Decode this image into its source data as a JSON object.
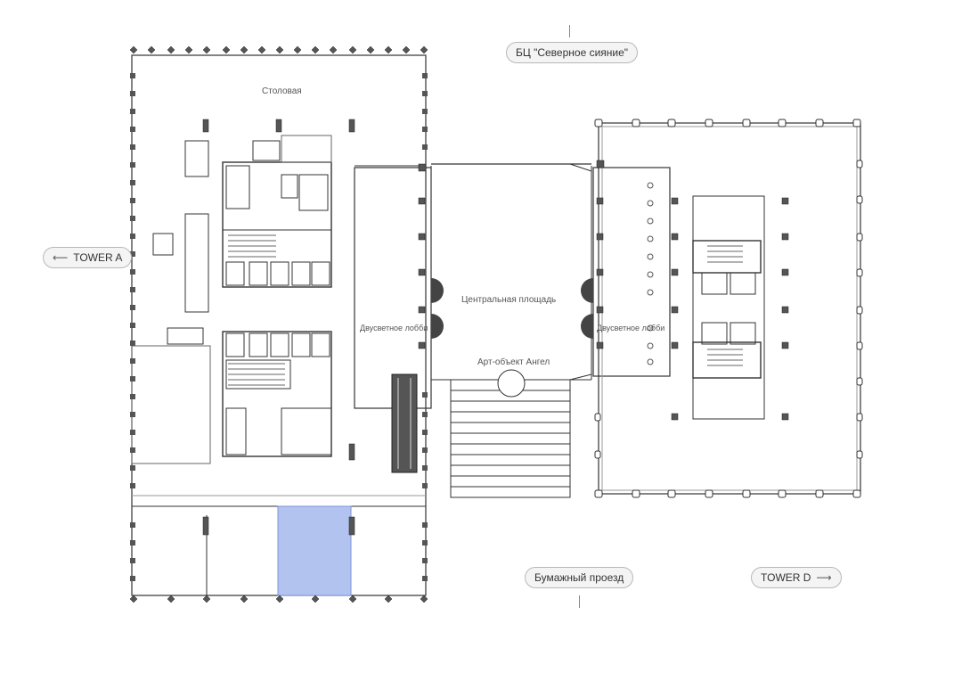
{
  "nav": {
    "north": {
      "label": "БЦ \"Северное сияние\""
    },
    "west": {
      "label": "TOWER A",
      "arrow": "⟵"
    },
    "south": {
      "label": "Бумажный проезд"
    },
    "east": {
      "label": "TOWER D",
      "arrow": "⟶"
    }
  },
  "rooms": {
    "dining": "Столовая",
    "lobby_left": "Двусветное лобби",
    "lobby_right": "Двусветное лобби",
    "central_square": "Центральная площадь",
    "art_object": "Арт-объект Ангел"
  },
  "colors": {
    "highlight": "#b3c3f0",
    "line": "#333333",
    "pill_bg": "#f4f4f4",
    "pill_border": "#b8b8b8"
  }
}
